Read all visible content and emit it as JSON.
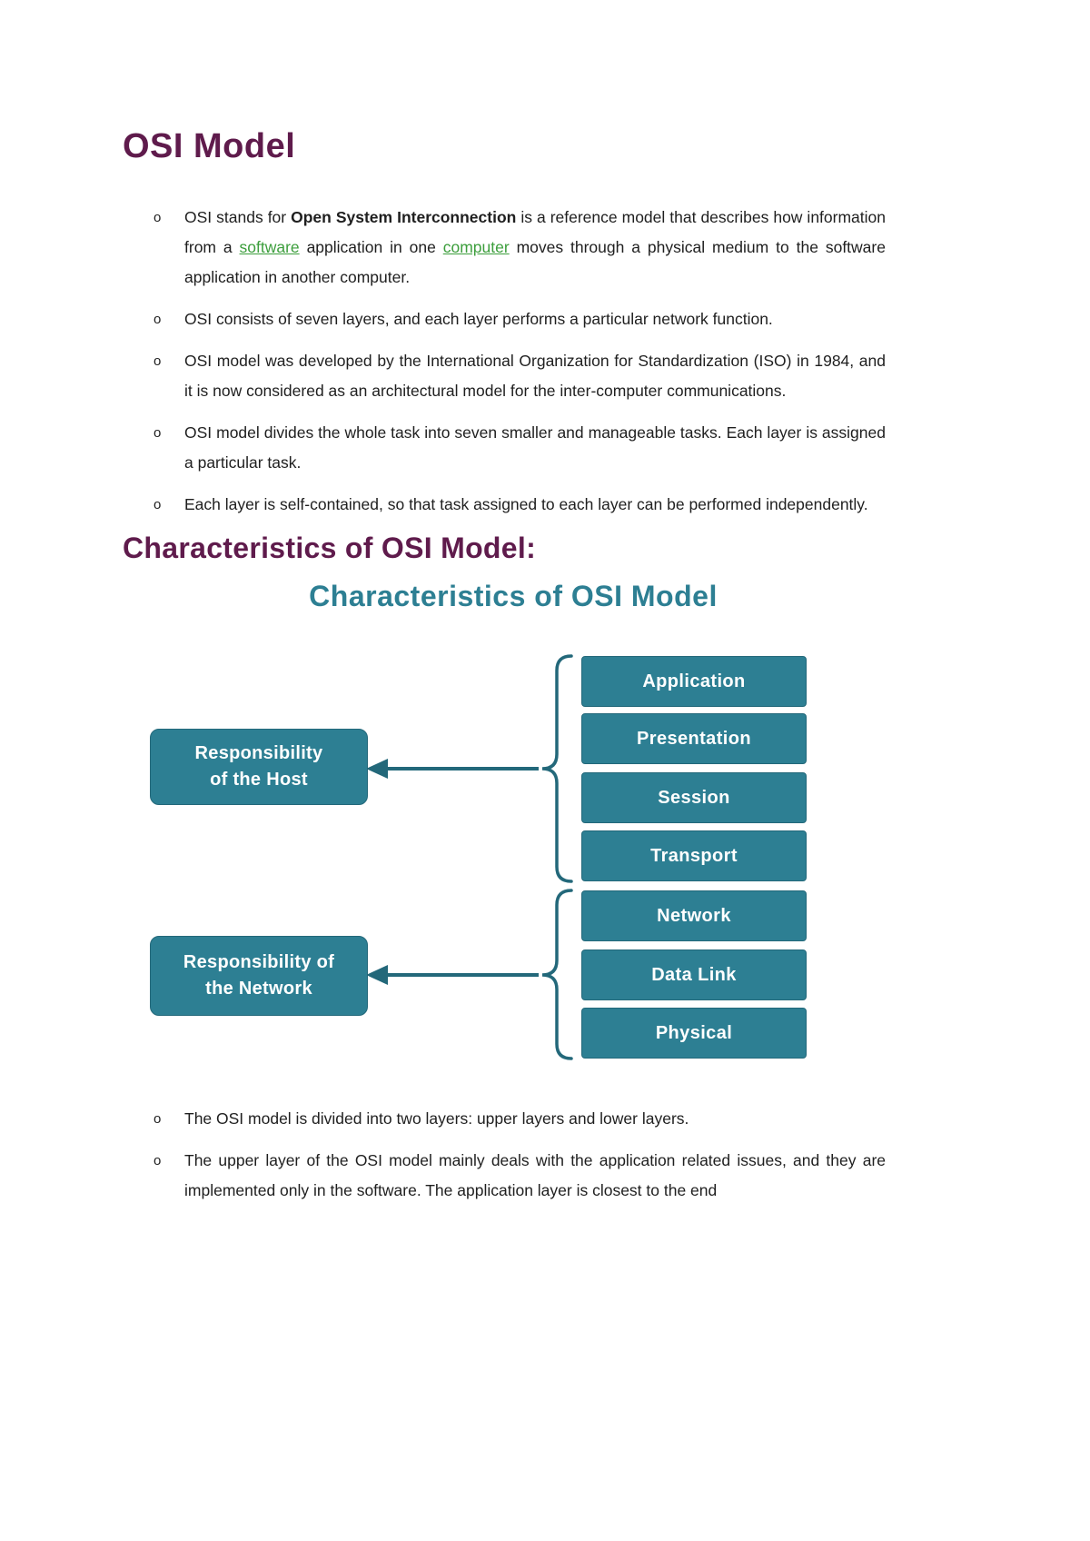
{
  "page": {
    "title": "OSI Model",
    "bullet_marker": "o",
    "section_heading": "Characteristics of OSI Model:"
  },
  "bullets": {
    "b1": {
      "t1": "OSI stands for ",
      "bold": "Open System Interconnection",
      "t2": " is a reference model that describes how information from a ",
      "link1": "software",
      "t3": " application in one ",
      "link2": "computer",
      "t4": " moves through a physical medium to the software application in another computer."
    },
    "b2": "OSI consists of seven layers, and each layer performs a particular network function.",
    "b3": "OSI model was developed by the International Organization for Standardization (ISO) in 1984, and it is now considered as an architectural model for the inter-computer communications.",
    "b4": "OSI model divides the whole task into seven smaller and manageable tasks. Each layer is assigned a particular task.",
    "b5": "Each layer is self-contained, so that task assigned to each layer can be performed independently."
  },
  "diagram": {
    "title": "Characteristics of OSI Model",
    "host_label": "Responsibility\nof the Host",
    "network_label": "Responsibility of\nthe Network",
    "layers": [
      "Application",
      "Presentation",
      "Session",
      "Transport",
      "Network",
      "Data Link",
      "Physical"
    ],
    "colors": {
      "heading_accent": "#5f1b4c",
      "diagram_teal": "#2d7f93",
      "link_green": "#3c9e3c"
    }
  },
  "bottom_bullets": {
    "b1": "The OSI model is divided into two layers: upper layers and lower layers.",
    "b2": "The upper layer of the OSI model mainly deals with the application related issues, and they are implemented only in the software. The application layer is closest to the end"
  }
}
